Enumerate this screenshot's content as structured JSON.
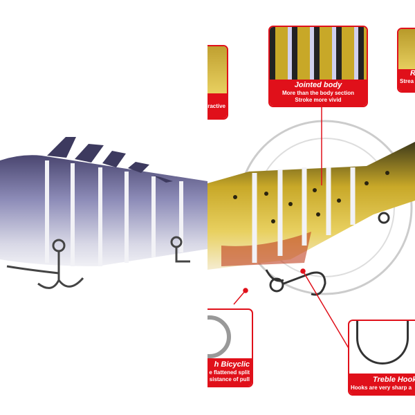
{
  "callouts": {
    "attractive": {
      "desc_fragment": "ractive"
    },
    "jointed": {
      "title": "Jointed body",
      "line1": "More than the body section",
      "line2": "Stroke more vivid"
    },
    "streamline": {
      "title_fragment": "R",
      "desc_fragment": "Strea"
    },
    "ring": {
      "title_fragment": "h Bicyclic",
      "line1": "e flattened split",
      "line2": "sistance of pull"
    },
    "hook": {
      "title_fragment": "Treble Hook",
      "line1": "Hooks are very sharp a"
    }
  },
  "colors": {
    "accent": "#e0101a",
    "left_fish": "#6b6a9a",
    "right_fish": "#b89a2a"
  }
}
